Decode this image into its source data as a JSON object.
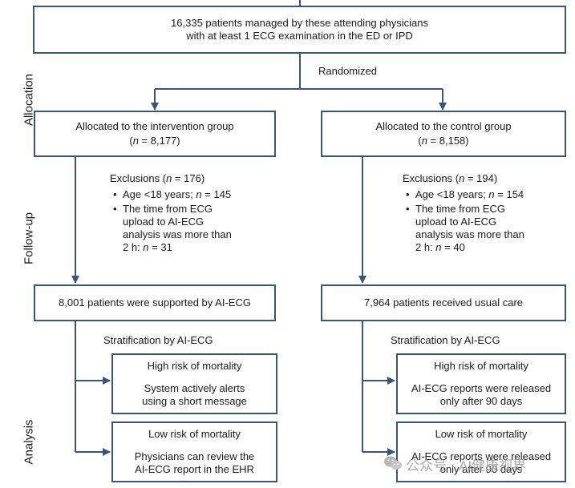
{
  "top": {
    "line1": "16,335 patients managed by these attending physicians",
    "line2": "with at least 1 ECG examination in the ED or IPD"
  },
  "randomized": "Randomized",
  "side_labels": {
    "allocation": "Allocation",
    "follow_up": "Follow-up",
    "analysis": "Analysis"
  },
  "intervention": {
    "title": "Allocated to the intervention group",
    "n_prefix": "(",
    "n_var": "n",
    "n_value": " = 8,177)",
    "exclusions_title": "Exclusions (",
    "exclusions_var": "n",
    "exclusions_value": " = 176)",
    "excl_age": "Age <18 years; ",
    "excl_age_var": "n",
    "excl_age_value": " = 145",
    "excl_time_1": "The time from ECG",
    "excl_time_2": "upload to AI-ECG",
    "excl_time_3": "analysis was more than",
    "excl_time_4": "2 h: ",
    "excl_time_var": "n",
    "excl_time_value": " = 31",
    "supported": "8,001 patients were supported by AI-ECG",
    "stratification": "Stratification by AI-ECG",
    "high_title": "High risk of mortality",
    "high_line1": "System actively alerts",
    "high_line2": "using a short message",
    "low_title": "Low risk of mortality",
    "low_line1": "Physicians can review the",
    "low_line2": "AI-ECG report in the EHR"
  },
  "control": {
    "title": "Allocated to the control group",
    "n_prefix": "(",
    "n_var": "n",
    "n_value": " = 8,158)",
    "exclusions_title": "Exclusions (",
    "exclusions_var": "n",
    "exclusions_value": " = 194)",
    "excl_age": "Age <18 years; ",
    "excl_age_var": "n",
    "excl_age_value": " = 154",
    "excl_time_1": "The time from ECG",
    "excl_time_2": "upload to AI-ECG",
    "excl_time_3": "analysis was more than",
    "excl_time_4": "2 h: ",
    "excl_time_var": "n",
    "excl_time_value": " = 40",
    "usual": "7,964 patients received usual care",
    "stratification": "Stratification by AI-ECG",
    "high_title": "High risk of mortality",
    "high_line1": "AI-ECG reports were released",
    "high_line2": "only after 90 days",
    "low_title": "Low risk of mortality",
    "low_line1": "AI-ECG reports were released",
    "low_line2": "only after 90 days"
  },
  "watermark": "公众号 · AI健康视界",
  "colors": {
    "line": "#3a5672",
    "text": "#1a1a1a"
  },
  "icons": {
    "watermark": "wechat-icon"
  }
}
